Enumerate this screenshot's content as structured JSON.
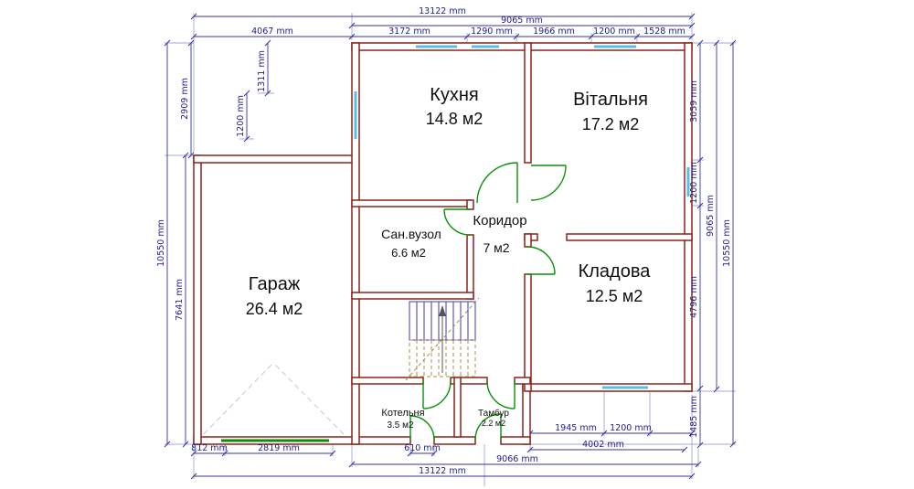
{
  "plan": {
    "rooms": [
      {
        "name": "Кухня",
        "area": "14.8 м2"
      },
      {
        "name": "Вітальня",
        "area": "17.2 м2"
      },
      {
        "name": "Коридор",
        "area": "7 м2"
      },
      {
        "name": "Сан.вузол",
        "area": "6.6 м2"
      },
      {
        "name": "Кладова",
        "area": "12.5 м2"
      },
      {
        "name": "Гараж",
        "area": "26.4 м2"
      },
      {
        "name": "Котельня",
        "area": "3.5 м2"
      },
      {
        "name": "Тамбур",
        "area": "2.2 м2"
      }
    ],
    "dims": {
      "top_total": "13122 mm",
      "top_inner": "9065 mm",
      "top_segments": [
        "4067 mm",
        "3172 mm",
        "1290 mm",
        "1966 mm",
        "1200 mm",
        "1528 mm"
      ],
      "left": [
        "2909 mm",
        "1311 mm",
        "1200 mm",
        "10550 mm",
        "7641 mm"
      ],
      "right": [
        "3059 mm",
        "1200 mm",
        "4796 mm",
        "1485 mm",
        "9065 mm",
        "10550 mm"
      ],
      "bottom": [
        "812 mm",
        "2819 mm",
        "610 mm",
        "1945 mm",
        "1200 mm",
        "4002 mm",
        "9066 mm",
        "13122 mm"
      ]
    },
    "colors": {
      "wall": "#8a241c",
      "dimension": "#20208c",
      "door": "#0b8f0b",
      "window": "#55bfe8",
      "stairs": "#3b3bb0"
    }
  }
}
